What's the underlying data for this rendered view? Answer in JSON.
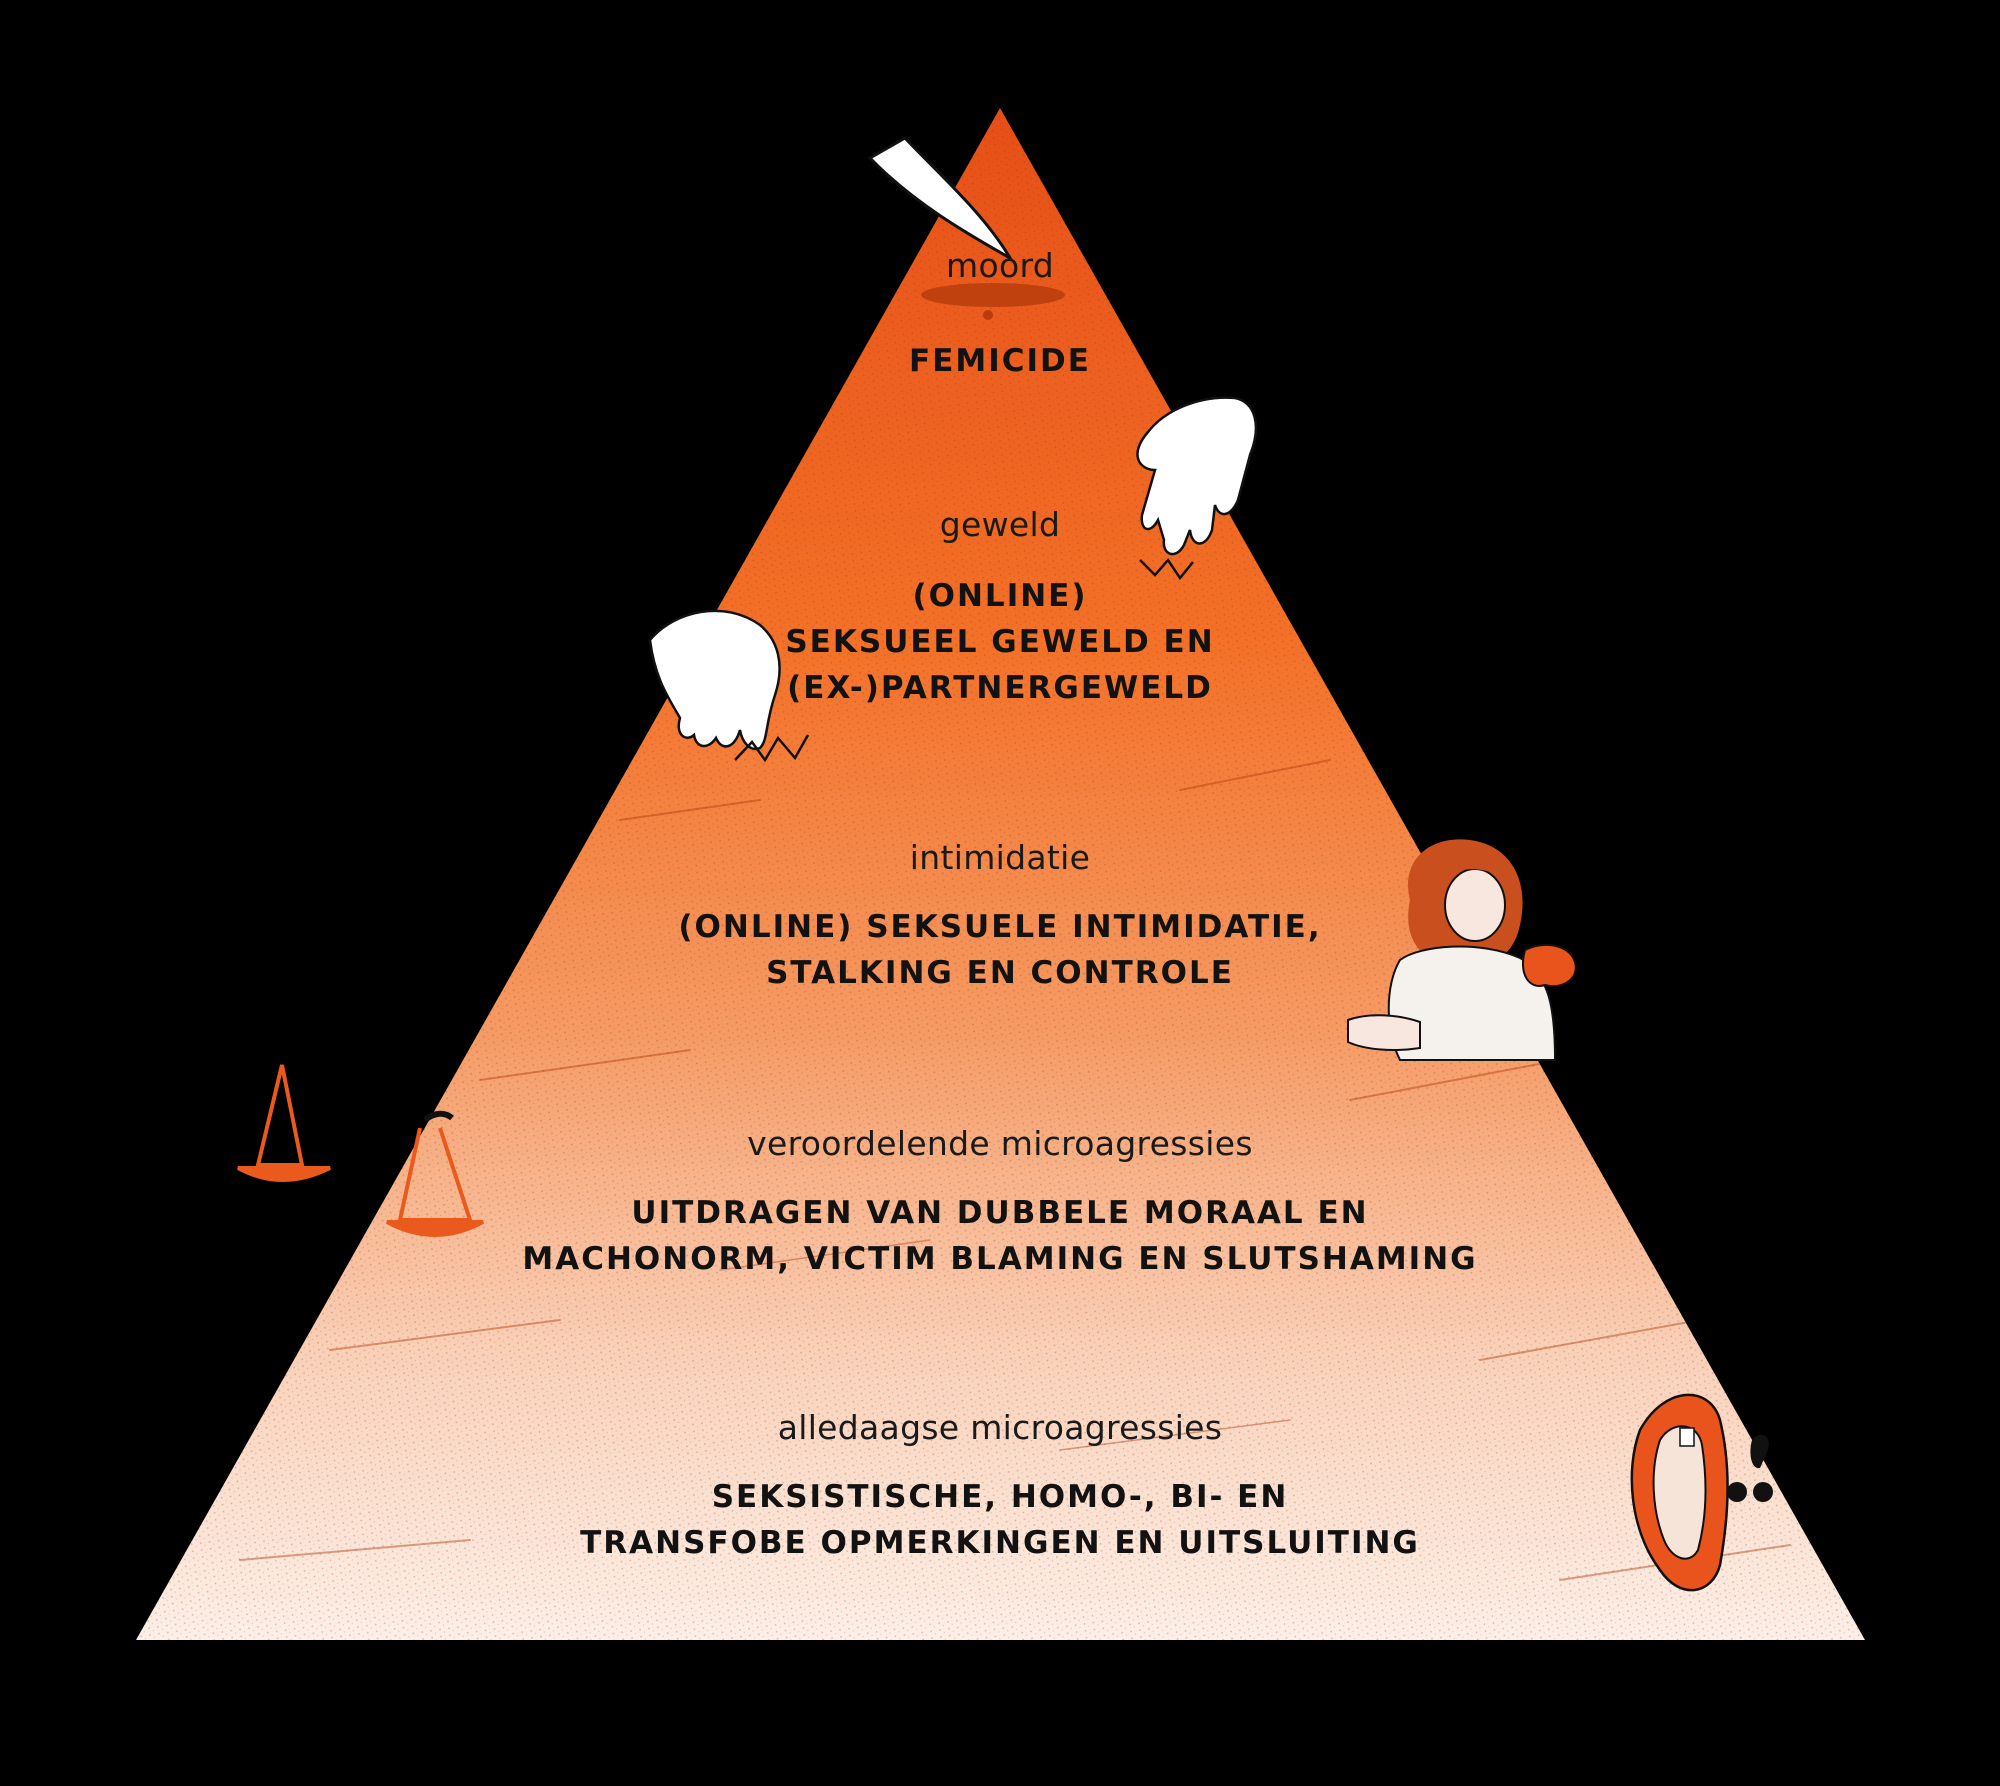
{
  "colors": {
    "background": "#000000",
    "pyramid_top": "#e8531c",
    "pyramid_mid": "#f47a35",
    "pyramid_base": "#fbe9df",
    "accent": "#ea5a1c",
    "text": "#141414"
  },
  "pyramid": {
    "levels": [
      {
        "category": "moord",
        "heading": [
          "FEMICIDE"
        ]
      },
      {
        "category": "geweld",
        "heading": [
          "(ONLINE)",
          "SEKSUEEL GEWELD EN",
          "(EX-)PARTNERGEWELD"
        ]
      },
      {
        "category": "intimidatie",
        "heading": [
          "(ONLINE) SEKSUELE INTIMIDATIE,",
          "STALKING EN CONTROLE"
        ]
      },
      {
        "category": "veroordelende microagressies",
        "heading": [
          "UITDRAGEN VAN DUBBELE MORAAL EN",
          "MACHONORM, VICTIM BLAMING EN SLUTSHAMING"
        ]
      },
      {
        "category": "alledaagse microagressies",
        "heading": [
          "SEKSISTISCHE, HOMO-, BI- EN",
          "TRANSFOBE OPMERKINGEN EN UITSLUITING"
        ]
      }
    ]
  },
  "illustrations": [
    {
      "name": "knife-illustration",
      "depicts": "knife blade with blood pool"
    },
    {
      "name": "grabbing-hand-illustration",
      "depicts": "reaching hand"
    },
    {
      "name": "reaching-hand-illustration",
      "depicts": "reaching hand"
    },
    {
      "name": "woman-illustration",
      "depicts": "woman held by an orange hand"
    },
    {
      "name": "scales-illustration",
      "depicts": "unbalanced scales of justice"
    },
    {
      "name": "shouting-mouth-illustration",
      "depicts": "open shouting mouth"
    }
  ]
}
